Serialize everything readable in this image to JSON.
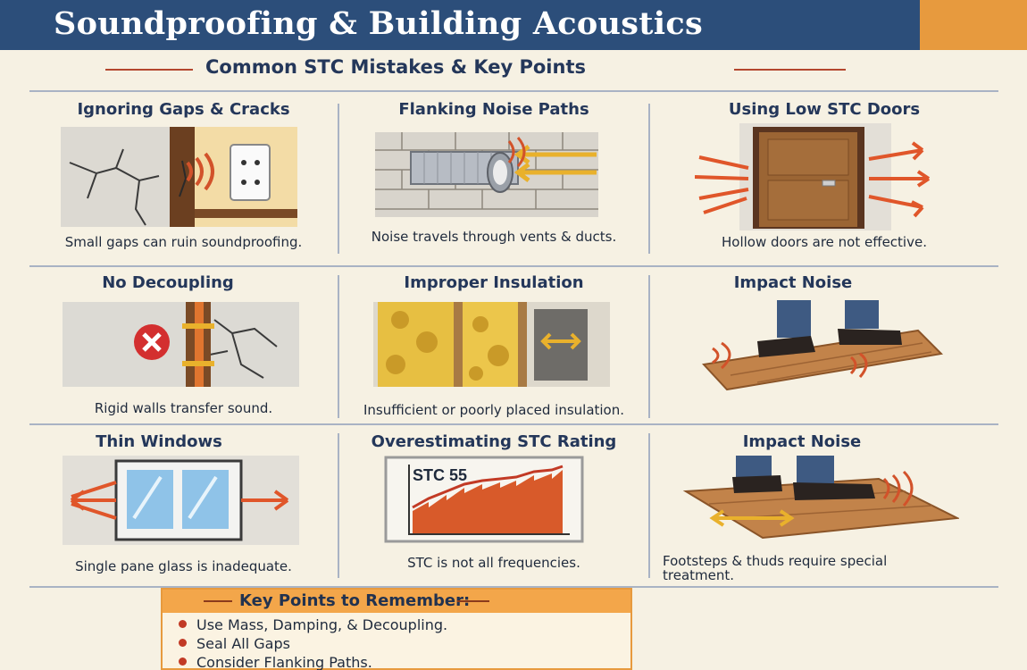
{
  "header": {
    "title": "Soundproofing & Building Acoustics",
    "colors": {
      "primary": "#2c4e7a",
      "accent": "#e79a3e",
      "background": "#f6f1e3"
    }
  },
  "section": {
    "subtitle": "Common STC Mistakes & Key Points"
  },
  "cells": [
    {
      "title": "Ignoring Gaps & Cracks",
      "caption": "Small gaps can ruin soundproofing.",
      "icon": "cracked-wall-outlet-illustration"
    },
    {
      "title": "Flanking Noise Paths",
      "caption": "Noise travels through vents & ducts.",
      "icon": "duct-through-wall-illustration"
    },
    {
      "title": "Using Low STC Doors",
      "caption": "Hollow doors are not effective.",
      "icon": "door-with-sound-arrows-illustration"
    },
    {
      "title": "No Decoupling",
      "caption": "Rigid walls transfer sound.",
      "icon": "rigid-wall-stud-illustration"
    },
    {
      "title": "Improper Insulation",
      "caption": "Insufficient or poorly placed insulation.",
      "icon": "insulation-wall-cavity-illustration"
    },
    {
      "title": "Impact Noise",
      "caption": "",
      "icon": "footsteps-on-floor-illustration"
    },
    {
      "title": "Thin Windows",
      "caption": "Single pane glass is inadequate.",
      "icon": "window-sound-arrows-illustration"
    },
    {
      "title": "Overestimating STC Rating",
      "caption": "STC is not all frequencies.",
      "icon": "stc-chart-illustration",
      "chart_label": "STC 55"
    },
    {
      "title": "Impact Noise",
      "caption": "Footsteps & thuds require special treatment.",
      "icon": "footsteps-floorboards-illustration"
    }
  ],
  "key_points": {
    "heading": "Key Points to Remember:",
    "items": [
      "Use Mass, Damping, & Decoupling.",
      "Seal All Gaps",
      "Consider Flanking Paths."
    ]
  }
}
